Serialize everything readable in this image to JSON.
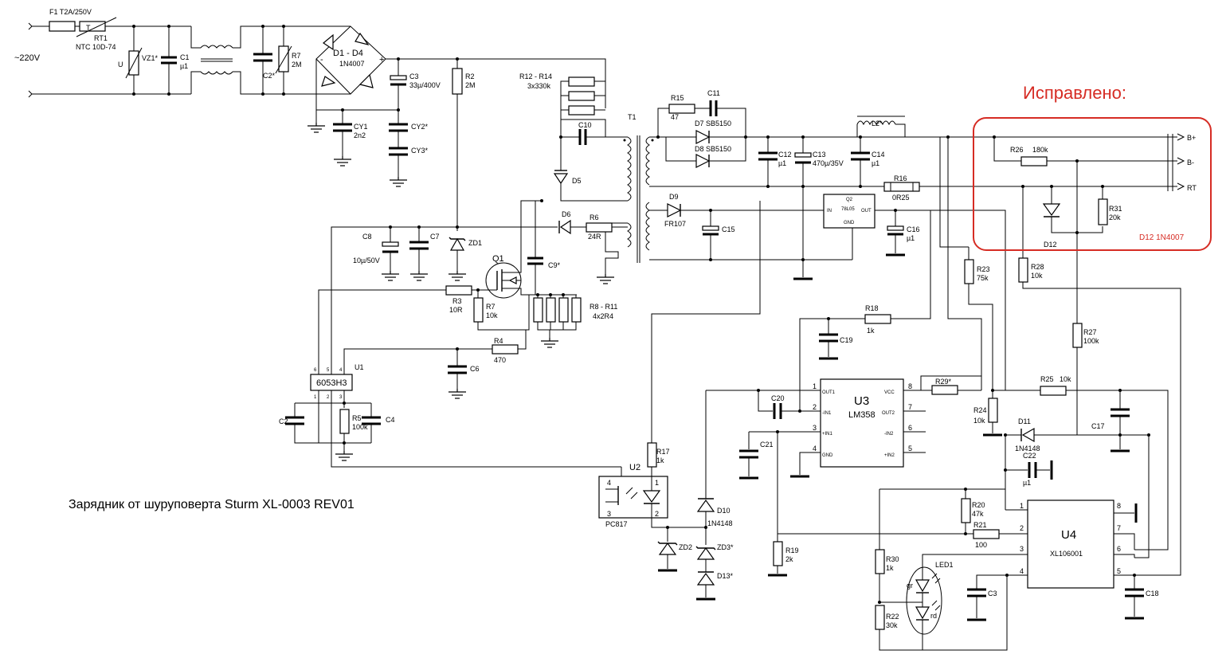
{
  "title": "Зарядник от шуруповерта Sturm  XL-0003 REV01",
  "annotation": {
    "heading": "Исправлено:",
    "note": "D12 1N4007",
    "color": "#d62c24"
  },
  "mains": {
    "voltage": "~220V"
  },
  "outputs": [
    "B+",
    "B-",
    "RT"
  ],
  "ics": {
    "u1": {
      "ref": "U1",
      "part": "6053H3",
      "pins": [
        "6",
        "5",
        "4",
        "1",
        "2",
        "3"
      ]
    },
    "u2": {
      "ref": "U2",
      "part": "PC817",
      "pins": [
        "4",
        "3",
        "1",
        "2"
      ]
    },
    "u3": {
      "ref": "U3",
      "part": "LM358",
      "left_pins": [
        {
          "n": "1",
          "name": "OUT1"
        },
        {
          "n": "2",
          "name": "-IN1"
        },
        {
          "n": "3",
          "name": "+IN1"
        },
        {
          "n": "4",
          "name": "GND"
        }
      ],
      "right_pins": [
        {
          "n": "8",
          "name": "VCC"
        },
        {
          "n": "7",
          "name": "OUT2"
        },
        {
          "n": "6",
          "name": "-IN2"
        },
        {
          "n": "5",
          "name": "+IN2"
        }
      ]
    },
    "u4": {
      "ref": "U4",
      "part": "XL106001",
      "left_pins": [
        "1",
        "2",
        "3",
        "4"
      ],
      "right_pins": [
        "8",
        "7",
        "6",
        "5"
      ]
    },
    "q2": {
      "ref": "Q2",
      "part": "78L05",
      "in": "IN",
      "out": "OUT",
      "gnd": "GND"
    },
    "q1": {
      "ref": "Q1"
    },
    "t1": {
      "ref": "T1"
    },
    "led1": {
      "ref": "LED1",
      "green": "gr",
      "red": "rd"
    }
  },
  "labels": {
    "f1": "F1  T2A/250V",
    "t_mark": "T",
    "rt1": "RT1",
    "rt1_val": "NTC 10D-74",
    "u_mark": "U",
    "vz1": "VZ1*",
    "c1": "C1",
    "c1_val": "µ1",
    "c2s": "C2*",
    "r7top": "R7",
    "r7top_val": "2M",
    "d1d4": "D1 - D4",
    "d1d4_val": "1N4007",
    "minus": "-",
    "plus": "+",
    "c3top": "C3",
    "c3top_val": "33µ/400V",
    "cy1": "CY1",
    "cy1_val": "2n2",
    "cy2": "CY2*",
    "cy3": "CY3*",
    "r2": "R2",
    "r2_val": "2M",
    "r12": "R12 - R14",
    "r12_val": "3x330k",
    "c10": "C10",
    "d5": "D5",
    "d6": "D6",
    "r6": "R6",
    "r6_val": "24R",
    "c8": "C8",
    "c8_val": "10µ/50V",
    "c7": "C7",
    "zd1": "ZD1",
    "c9": "C9*",
    "r3": "R3",
    "r3_val": "10R",
    "r7": "R7",
    "r7_val": "10k",
    "r8": "R8 - R11",
    "r8_val": "4x2R4",
    "r4": "R4",
    "r4_val": "470",
    "c6": "C6",
    "c2": "C2",
    "r5": "R5",
    "r5_val": "100k",
    "c4": "C4",
    "r15": "R15",
    "r15_val": "47",
    "c11": "C11",
    "d7": "D7  SB5150",
    "d8": "D8  SB5150",
    "l2": "L2*",
    "c12": "C12",
    "c12_val": "µ1",
    "c13": "C13",
    "c13_val": "470µ/35V",
    "c14": "C14",
    "c14_val": "µ1",
    "r16": "R16",
    "r16_val": "0R25",
    "d9": "D9",
    "d9_val": "FR107",
    "c15": "C15",
    "c16": "C16",
    "c16_val": "µ1",
    "r26": "R26",
    "r26_val": "180k",
    "r31": "R31",
    "r31_val": "20k",
    "d12": "D12",
    "r23": "R23",
    "r23_val": "75k",
    "r28": "R28",
    "r28_val": "10k",
    "r18": "R18",
    "r18_val": "1k",
    "c19": "C19",
    "r27": "R27",
    "r27_val": "100k",
    "r29": "R29*",
    "r25": "R25",
    "r25_val": "10k",
    "c20": "C20",
    "r24": "R24",
    "r24_val": "10k",
    "d11": "D11",
    "d11_val": "1N4148",
    "c17": "C17",
    "c21": "C21",
    "c22": "C22",
    "c22_val": "µ1",
    "r17": "R17",
    "r17_val": "1k",
    "d10": "D10",
    "d10_val": "1N4148",
    "zd2": "ZD2",
    "zd3": "ZD3*",
    "d13": "D13*",
    "r19": "R19",
    "r19_val": "2k",
    "r20": "R20",
    "r20_val": "47k",
    "r21": "R21",
    "r21_val": "100",
    "r30": "R30",
    "r30_val": "1k",
    "r22": "R22",
    "r22_val": "30k",
    "c3": "C3",
    "c18": "C18"
  }
}
